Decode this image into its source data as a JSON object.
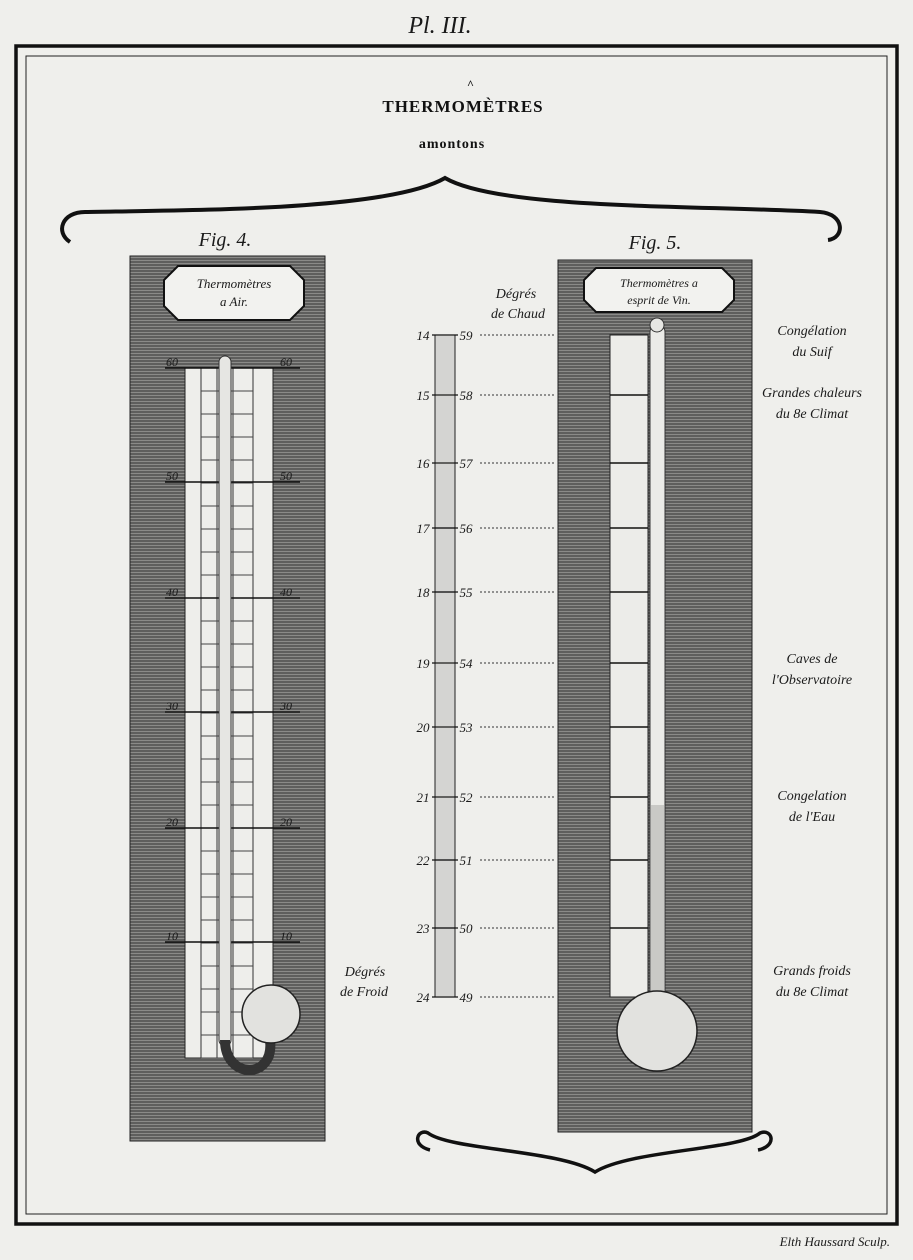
{
  "plate_number": "Pl. III.",
  "title": {
    "main": "THERMOMÈTRES",
    "accent": "^",
    "subtitle": "amontons"
  },
  "fig4": {
    "label": "Fig. 4.",
    "plate_line1": "Thermomètres",
    "plate_line2": "a Air.",
    "scale_ticks": [
      "60",
      "50",
      "40",
      "30",
      "20",
      "10"
    ]
  },
  "fig5": {
    "label": "Fig. 5.",
    "plate_line1": "Thermomètres a",
    "plate_line2": "esprit de Vin."
  },
  "center_scale": {
    "heat_label_1": "Dégrés",
    "heat_label_2": "de Chaud",
    "cold_label_1": "Dégrés",
    "cold_label_2": "de Froid",
    "cold_degrees": [
      "14",
      "15",
      "16",
      "17",
      "18",
      "19",
      "20",
      "21",
      "22",
      "23",
      "24"
    ],
    "heat_degrees": [
      "59",
      "58",
      "57",
      "56",
      "55",
      "54",
      "53",
      "52",
      "51",
      "50",
      "49"
    ]
  },
  "annotations": [
    {
      "line1": "Congélation",
      "line2": "du Suif"
    },
    {
      "line1": "Grandes chaleurs",
      "line2": "du 8e Climat"
    },
    {
      "line1": "Caves de",
      "line2": "l'Observatoire"
    },
    {
      "line1": "Congelation",
      "line2": "de l'Eau"
    },
    {
      "line1": "Grands froids",
      "line2": "du 8e Climat"
    }
  ],
  "engraver_credit": "Elth Haussard Sculp."
}
